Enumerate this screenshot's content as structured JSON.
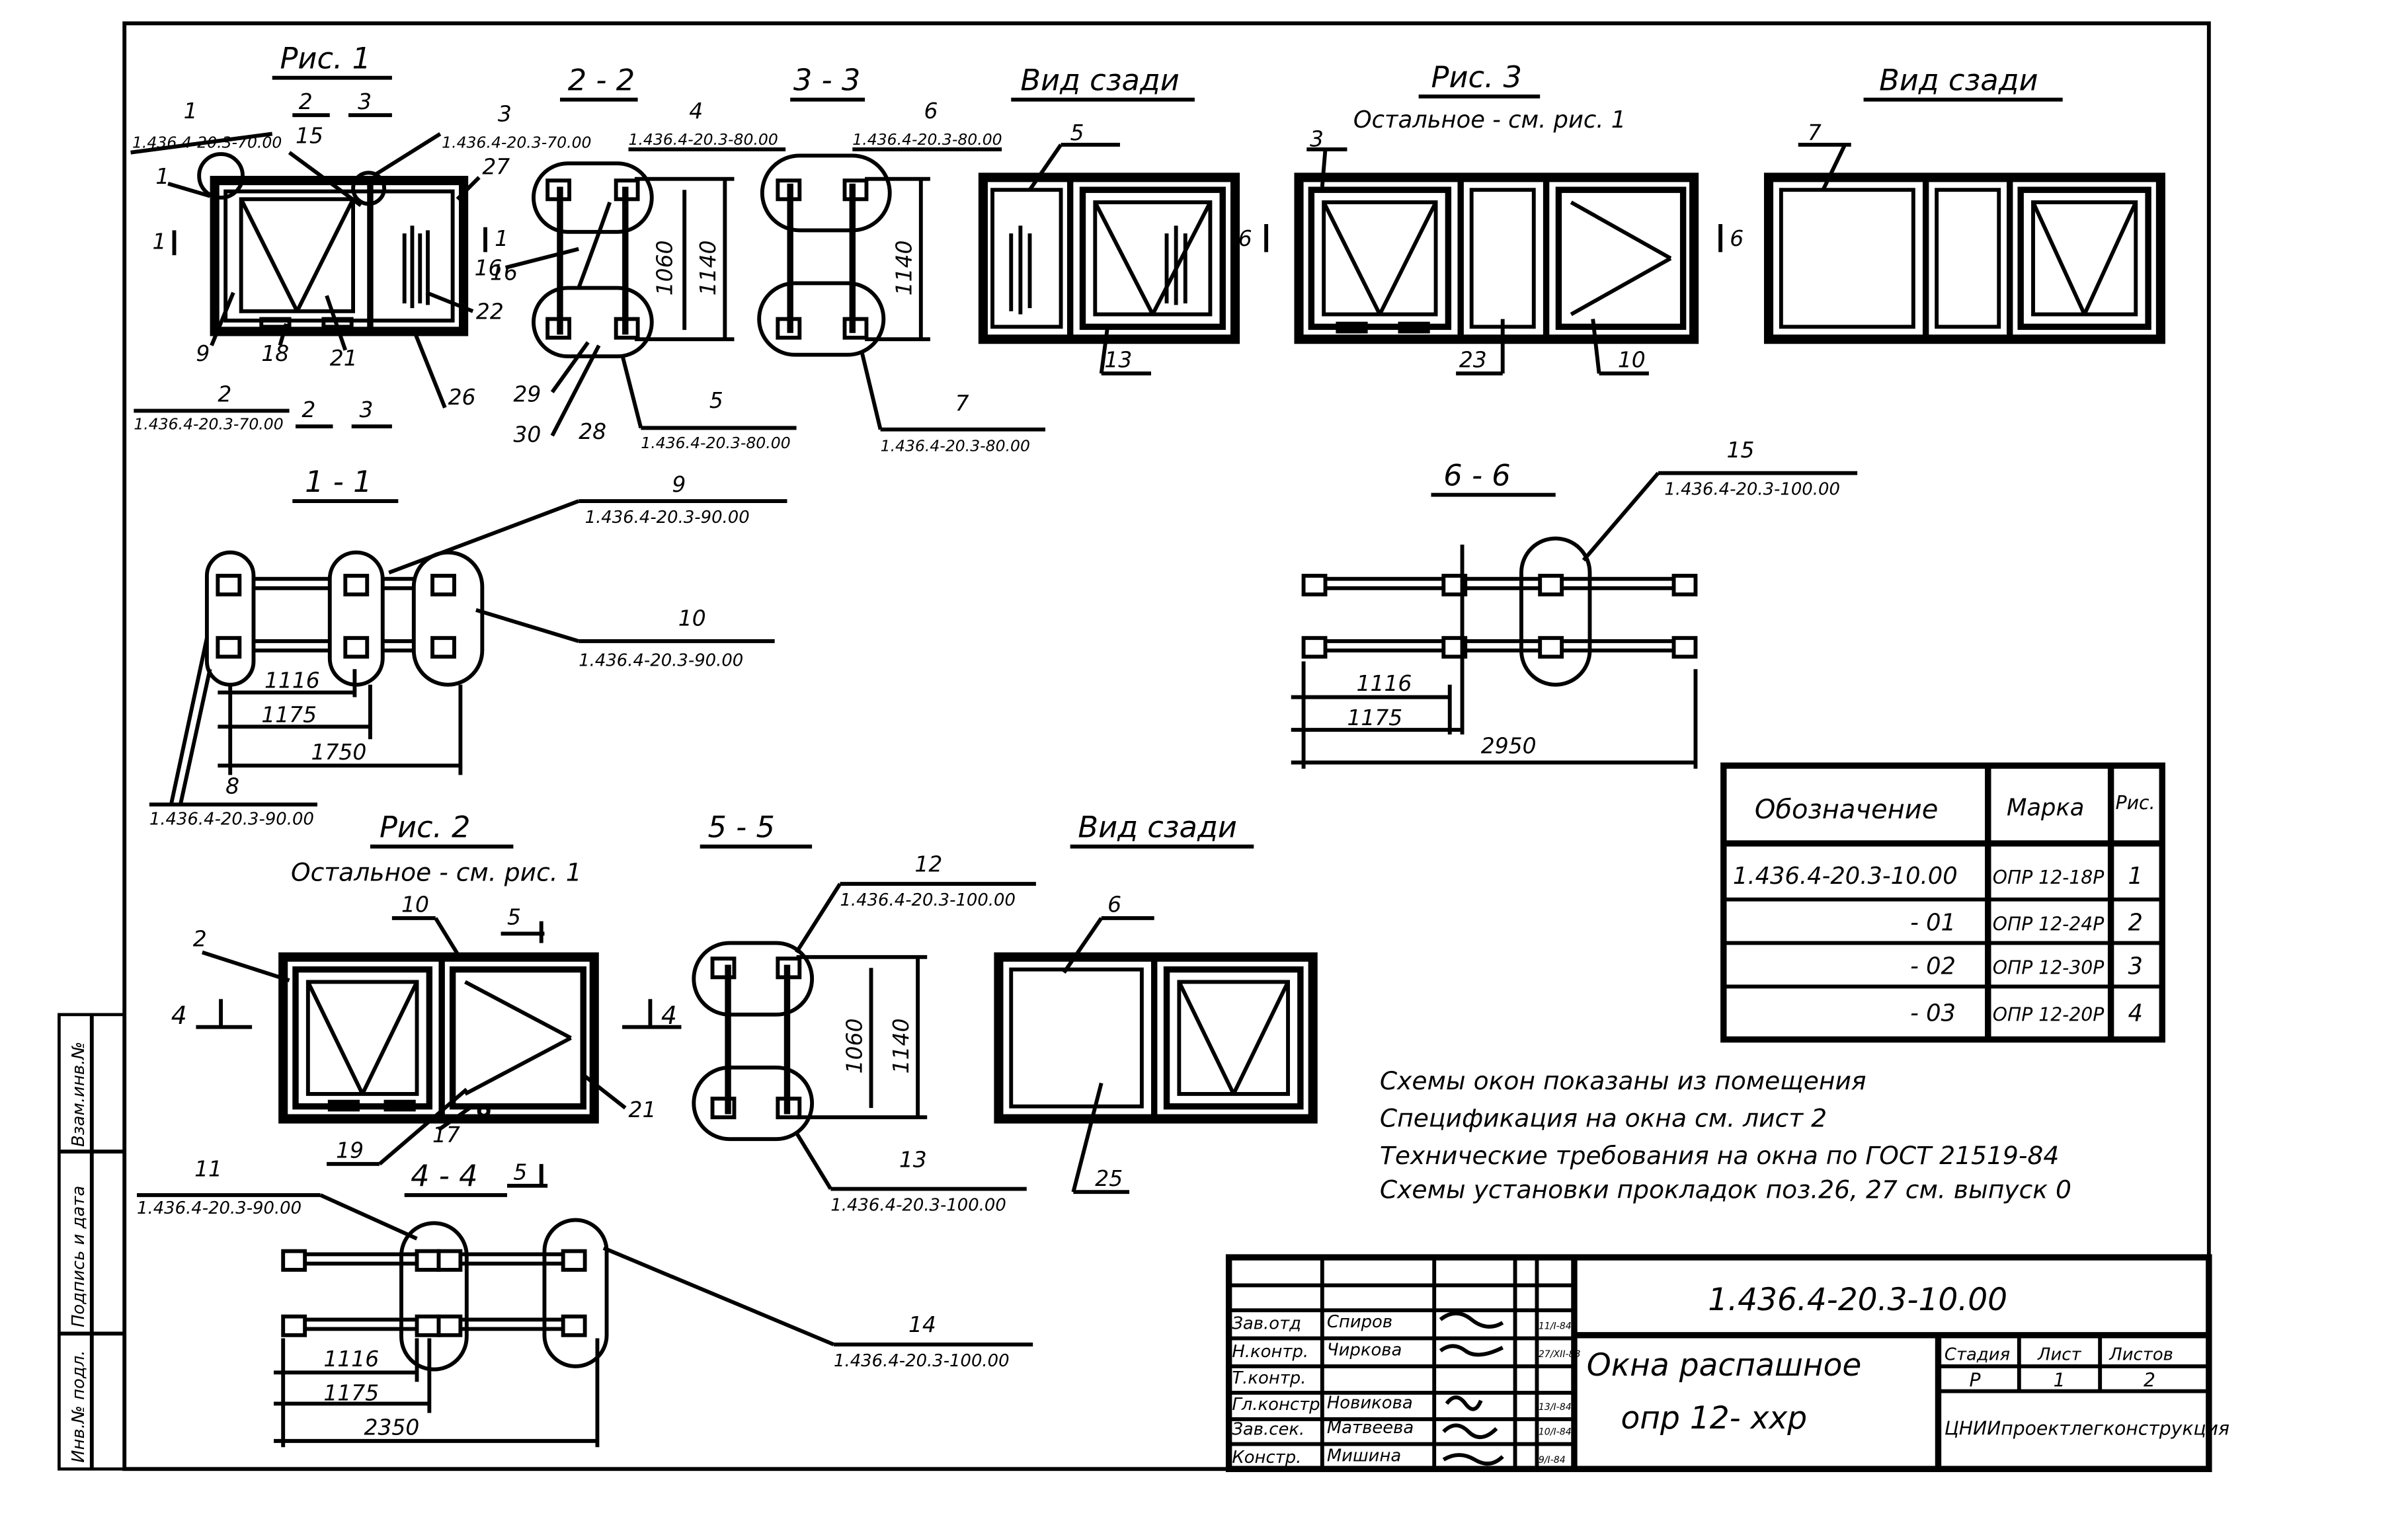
{
  "figures": {
    "fig1": {
      "title": "Рис. 1",
      "callouts": {
        "c1": {
          "num": "1",
          "ref": "1.436.4-20.3-70.00"
        },
        "c2": {
          "num": "2",
          "ref": "1.436.4-20.3-70.00"
        },
        "c3": {
          "num": "3",
          "ref": "1.436.4-20.3-70.00"
        }
      },
      "markers": [
        "1",
        "2",
        "3",
        "15",
        "27",
        "16",
        "22",
        "9",
        "18",
        "21",
        "26",
        "2",
        "3",
        "1"
      ]
    },
    "fig2": {
      "title": "Рис. 2",
      "subtitle": "Остальное - см. рис. 1",
      "markers": [
        "2",
        "10",
        "5",
        "4",
        "4",
        "19",
        "17",
        "21",
        "5"
      ]
    },
    "fig3": {
      "title": "Рис. 3",
      "subtitle": "Остальное - см. рис. 1",
      "markers": [
        "3",
        "6",
        "6",
        "23",
        "10"
      ]
    }
  },
  "sections": {
    "s22": {
      "title": "2 - 2",
      "dim_inner": "1060",
      "dim_outer": "1140",
      "ref_top_num": "4",
      "ref_top": "1.436.4-20.3-80.00",
      "ref_bot_num": "5",
      "ref_bot": "1.436.4-20.3-80.00",
      "markers": [
        "16",
        "29",
        "30",
        "28"
      ]
    },
    "s33": {
      "title": "3 - 3",
      "dim": "1140",
      "ref_top_num": "6",
      "ref_top": "1.436.4-20.3-80.00",
      "ref_bot_num": "7",
      "ref_bot": "1.436.4-20.3-80.00"
    },
    "s11": {
      "title": "1 - 1",
      "ref9_num": "9",
      "ref9": "1.436.4-20.3-90.00",
      "ref10_num": "10",
      "ref10": "1.436.4-20.3-90.00",
      "ref8_num": "8",
      "ref8": "1.436.4-20.3-90.00",
      "dims": [
        "1116",
        "1175",
        "1750"
      ]
    },
    "s66": {
      "title": "6 - 6",
      "ref_num": "15",
      "ref": "1.436.4-20.3-100.00",
      "dims": [
        "1116",
        "1175",
        "2950"
      ]
    },
    "s55": {
      "title": "5 - 5",
      "dim_inner": "1060",
      "dim_outer": "1140",
      "ref_top_num": "12",
      "ref_top": "1.436.4-20.3-100.00",
      "ref_bot_num": "13",
      "ref_bot": "1.436.4-20.3-100.00"
    },
    "s44": {
      "title": "4 - 4",
      "ref11_num": "11",
      "ref11": "1.436.4-20.3-90.00",
      "ref14_num": "14",
      "ref14": "1.436.4-20.3-100.00",
      "dims": [
        "1116",
        "1175",
        "2350"
      ]
    }
  },
  "rear_views": [
    {
      "title": "Вид сзади",
      "markers": [
        "5",
        "13"
      ]
    },
    {
      "title": "Вид сзади",
      "markers": [
        "7"
      ]
    },
    {
      "title": "Вид сзади",
      "markers": [
        "6",
        "25"
      ]
    }
  ],
  "mark_table": {
    "headers": [
      "Обозначение",
      "Марка",
      "Рис."
    ],
    "rows": [
      [
        "1.436.4-20.3-10.00",
        "ОПР 12-18Р",
        "1"
      ],
      [
        "- 01",
        "ОПР 12-24Р",
        "2"
      ],
      [
        "- 02",
        "ОПР 12-30Р",
        "3"
      ],
      [
        "- 03",
        "ОПР 12-20Р",
        "4"
      ]
    ]
  },
  "notes": [
    "Схемы окон показаны из помещения",
    "Спецификация на окна см. лист 2",
    "Технические требования на окна по ГОСТ 21519-84",
    "Схемы установки прокладок поз.26, 27 см. выпуск 0"
  ],
  "title_block": {
    "code": "1.436.4-20.3-10.00",
    "name_line1": "Окна распашное",
    "name_line2": "опр 12- ххр",
    "stage_label": "Стадия",
    "stage": "Р",
    "sheet_label": "Лист",
    "sheet": "1",
    "sheets_label": "Листов",
    "sheets": "2",
    "org": "ЦНИИпроектлегконструкция",
    "people": [
      {
        "role": "Зав.отд",
        "name": "Спиров",
        "date": "11/I-84"
      },
      {
        "role": "Н.контр.",
        "name": "Чиркова",
        "date": "27/XII-83"
      },
      {
        "role": "Т.контр.",
        "name": "",
        "date": ""
      },
      {
        "role": "Гл.констр.",
        "name": "Новикова",
        "date": "13/I-84"
      },
      {
        "role": "Зав.сек.",
        "name": "Матвеева",
        "date": "10/I-84"
      },
      {
        "role": "Констр.",
        "name": "Мишина",
        "date": "9/I-84"
      }
    ]
  },
  "side_stamp": [
    "Инв.№ подл.",
    "Подпись и дата",
    "Взам.инв.№"
  ]
}
